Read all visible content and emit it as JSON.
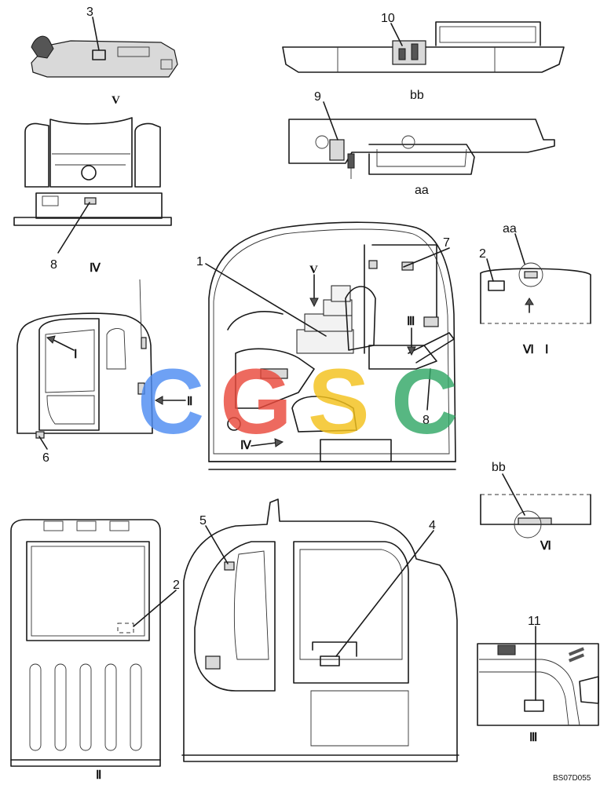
{
  "callouts": {
    "c1": "1",
    "c2a": "2",
    "c2b": "2",
    "c3": "3",
    "c4": "4",
    "c5": "5",
    "c6": "6",
    "c7": "7",
    "c8a": "8",
    "c8b": "8",
    "c9": "9",
    "c10": "10",
    "c11": "11"
  },
  "views": {
    "v_top": "V",
    "iv_left": "Ⅳ",
    "iv_main": "Ⅳ",
    "v_main": "V",
    "iii_main": "Ⅲ",
    "i_door": "Ⅰ",
    "ii_door": "Ⅱ",
    "vi_i_a": "Ⅵ",
    "vi_i_b": "Ⅰ",
    "vi_bb": "Ⅵ",
    "ii_bottom": "Ⅱ",
    "iii_bottom": "Ⅲ"
  },
  "sections": {
    "aa_top": "aa",
    "aa_right": "aa",
    "bb_top": "bb",
    "bb_right": "bb"
  },
  "watermark": {
    "c1": "C",
    "g": "G",
    "s": "S",
    "c2": "C"
  },
  "colors": {
    "wm_blue": "#4f8df2",
    "wm_red": "#ea4a3c",
    "wm_yellow": "#f4c21c",
    "wm_green": "#33a867"
  },
  "drawing_code": "BS07D055"
}
